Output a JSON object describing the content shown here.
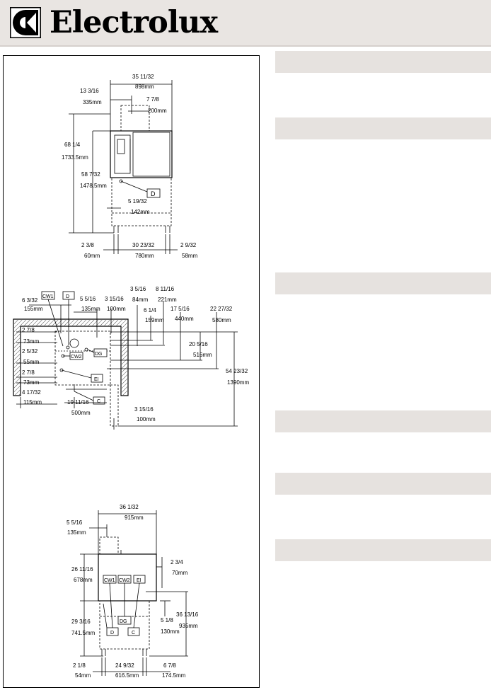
{
  "brand": {
    "name": "Electrolux",
    "logo_icon": "electrolux-logo-icon"
  },
  "colors": {
    "header_bg": "#e9e5e2",
    "bar_bg": "#e6e2df"
  },
  "section_bars": 6,
  "top_view": {
    "overall_width": {
      "frac": "35 11/32",
      "mm": "898mm"
    },
    "left_offset": {
      "frac": "13 3/16",
      "mm": "335mm"
    },
    "flue_width": {
      "frac": "7 7/8",
      "mm": "200mm"
    },
    "total_height": {
      "frac": "68 1/4",
      "mm": "1733.5mm"
    },
    "base_height": {
      "frac": "58 7/32",
      "mm": "1478.5mm"
    },
    "drain_offset": {
      "frac": "5 19/32",
      "mm": "142mm"
    },
    "left_leg": {
      "frac": "2 3/8",
      "mm": "60mm"
    },
    "leg_span": {
      "frac": "30 23/32",
      "mm": "780mm"
    },
    "right_leg": {
      "frac": "2 9/32",
      "mm": "58mm"
    },
    "label_d": "D"
  },
  "plan_view": {
    "cw1": "CW1",
    "d": "D",
    "cw2": "CW2",
    "dg": "DG",
    "ei": "EI",
    "c": "C",
    "dim_a": {
      "frac": "6 3/32",
      "mm": "155mm"
    },
    "dim_b": {
      "frac": "5 5/16",
      "mm": "135mm"
    },
    "dim_c": {
      "frac": "3 15/16",
      "mm": "100mm"
    },
    "dim_d": {
      "frac": "3 5/16",
      "mm": "84mm"
    },
    "dim_e": {
      "frac": "8 11/16",
      "mm": "221mm"
    },
    "dim_f": {
      "frac": "6 1/4",
      "mm": "159mm"
    },
    "dim_g": {
      "frac": "17 5/16",
      "mm": "440mm"
    },
    "dim_h": {
      "frac": "22 27/32",
      "mm": "580mm"
    },
    "dim_i": {
      "frac": "20 5/16",
      "mm": "516mm"
    },
    "dim_j": {
      "frac": "54 23/32",
      "mm": "1390mm"
    },
    "dim_k": {
      "frac": "2 7/8",
      "mm": "73mm"
    },
    "dim_l": {
      "frac": "2 5/32",
      "mm": "55mm"
    },
    "dim_m": {
      "frac": "2 7/8",
      "mm": "73mm"
    },
    "dim_n": {
      "frac": "4 17/32",
      "mm": "115mm"
    },
    "dim_o": {
      "frac": "19 11/16",
      "mm": "500mm"
    },
    "dim_p": {
      "frac": "3 15/16",
      "mm": "100mm"
    }
  },
  "side_view": {
    "cw1": "CW1",
    "cw2": "CW2",
    "ei": "EI",
    "dg": "DG",
    "d": "D",
    "c": "C",
    "width": {
      "frac": "36 1/32",
      "mm": "915mm"
    },
    "flue": {
      "frac": "5 5/16",
      "mm": "135mm"
    },
    "right_gap": {
      "frac": "2 3/4",
      "mm": "70mm"
    },
    "upper_height": {
      "frac": "26 11/16",
      "mm": "678mm"
    },
    "lower_height": {
      "frac": "29 3/16",
      "mm": "741.5mm"
    },
    "connection_height": {
      "frac": "5 1/8",
      "mm": "130mm"
    },
    "total_height": {
      "frac": "36 13/16",
      "mm": "935mm"
    },
    "left_leg": {
      "frac": "2 1/8",
      "mm": "54mm"
    },
    "leg_span": {
      "frac": "24 9/32",
      "mm": "616.5mm"
    },
    "right_leg": {
      "frac": "6 7/8",
      "mm": "174.5mm"
    }
  }
}
